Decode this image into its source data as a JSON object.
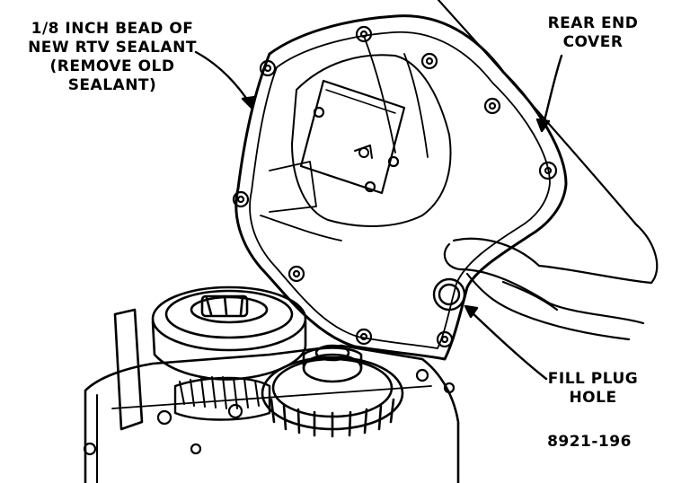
{
  "labels": {
    "sealant": [
      "1/8 INCH BEAD OF",
      "NEW RTV SEALANT",
      "(REMOVE OLD",
      "SEALANT)"
    ],
    "cover": [
      "REAR END",
      "COVER"
    ],
    "fill_plug": [
      "FILL PLUG",
      "HOLE"
    ],
    "figure_number": "8921-196"
  },
  "colors": {
    "ink": "#000000",
    "paper": "#ffffff"
  }
}
